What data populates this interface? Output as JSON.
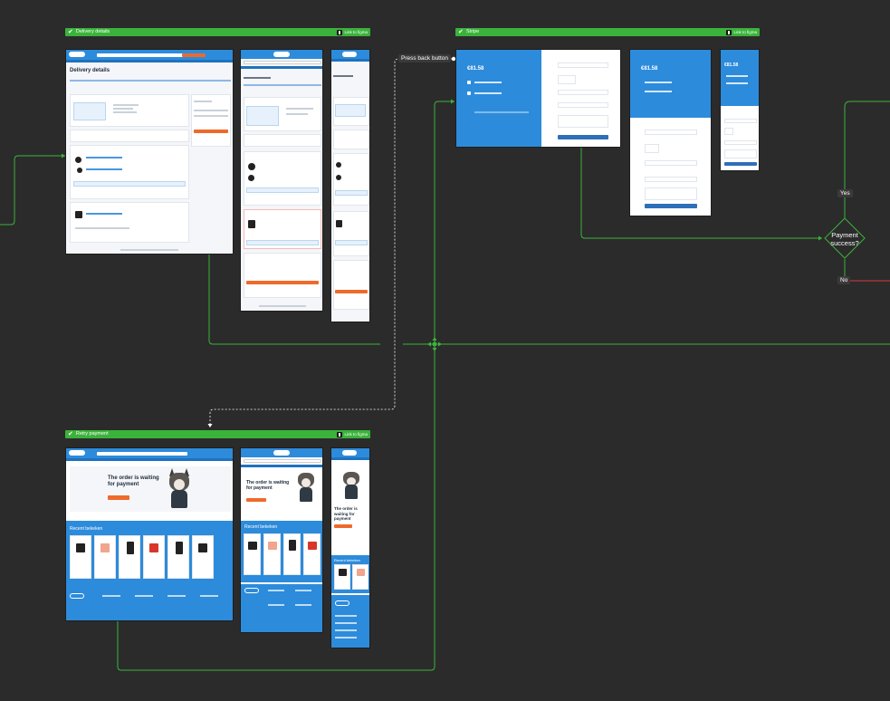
{
  "sections": {
    "delivery": {
      "title": "Delivery details",
      "link_label": "Link to figma"
    },
    "stripe": {
      "title": "Stripe",
      "link_label": "Link to figma"
    },
    "retry": {
      "title": "Retry payment",
      "link_label": "Link to figma"
    }
  },
  "flow": {
    "back_label": "Press back button",
    "decision": "Payment\nsuccess?",
    "yes": "Yes",
    "no": "No"
  },
  "screens": {
    "delivery_title": "Delivery details",
    "stripe_price": "€81.58",
    "retry_heading": "The order is waiting for payment",
    "retry_recent": "Recent bekeken"
  },
  "colors": {
    "background": "#2b2b2b",
    "section_header": "#3bb33b",
    "connector": "#3bb33b",
    "brand_blue": "#2d8bdb",
    "accent_orange": "#ee6a2c",
    "failure": "#d83a3a"
  }
}
